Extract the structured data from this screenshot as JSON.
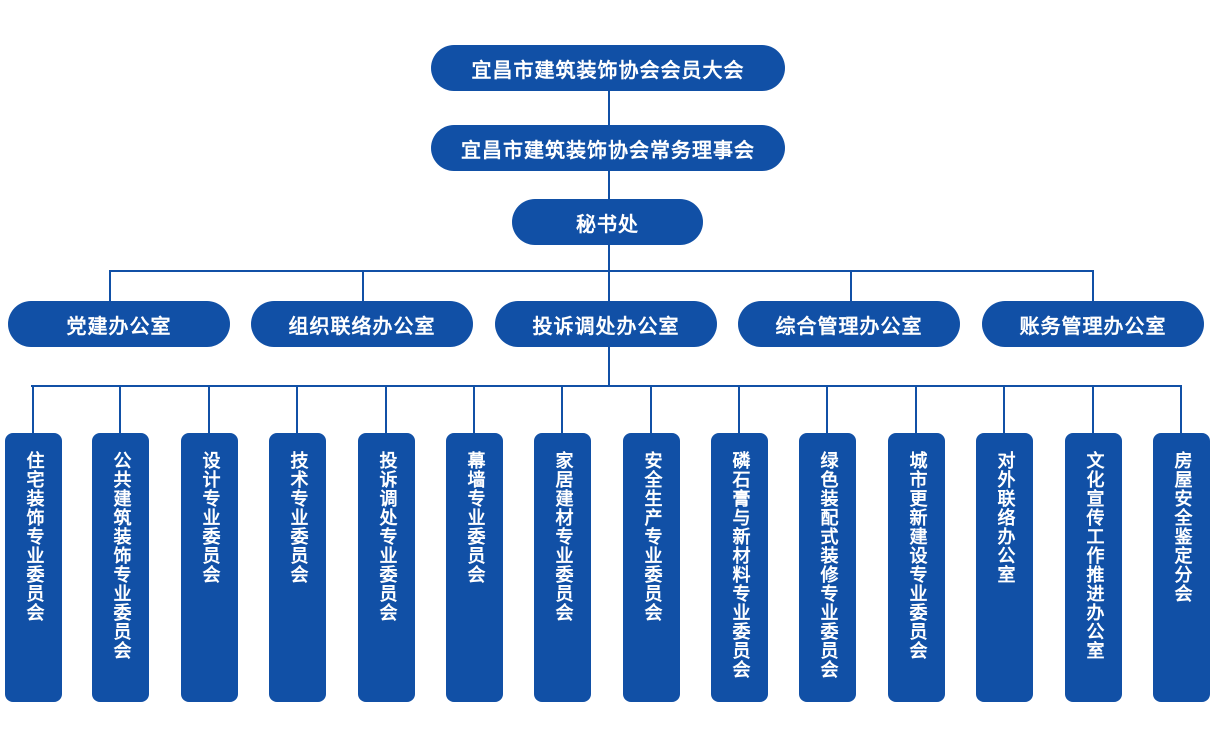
{
  "colors": {
    "node": "#1150a6",
    "text": "#ffffff",
    "line": "#1150a6"
  },
  "top": {
    "assembly": "宜昌市建筑装饰协会会员大会",
    "council": "宜昌市建筑装饰协会常务理事会",
    "secretariat": "秘书处"
  },
  "offices": [
    "党建办公室",
    "组织联络办公室",
    "投诉调处办公室",
    "综合管理办公室",
    "账务管理办公室"
  ],
  "committees": [
    "住宅装饰专业委员会",
    "公共建筑装饰专业委员会",
    "设计专业委员会",
    "技术专业委员会",
    "投诉调处专业委员会",
    "幕墙专业委员会",
    "家居建材专业委员会",
    "安全生产专业委员会",
    "磷石膏与新材料专业委员会",
    "绿色装配式装修专业委员会",
    "城市更新建设专业委员会",
    "对外联络办公室",
    "文化宣传工作推进办公室",
    "房屋安全鉴定分会"
  ]
}
